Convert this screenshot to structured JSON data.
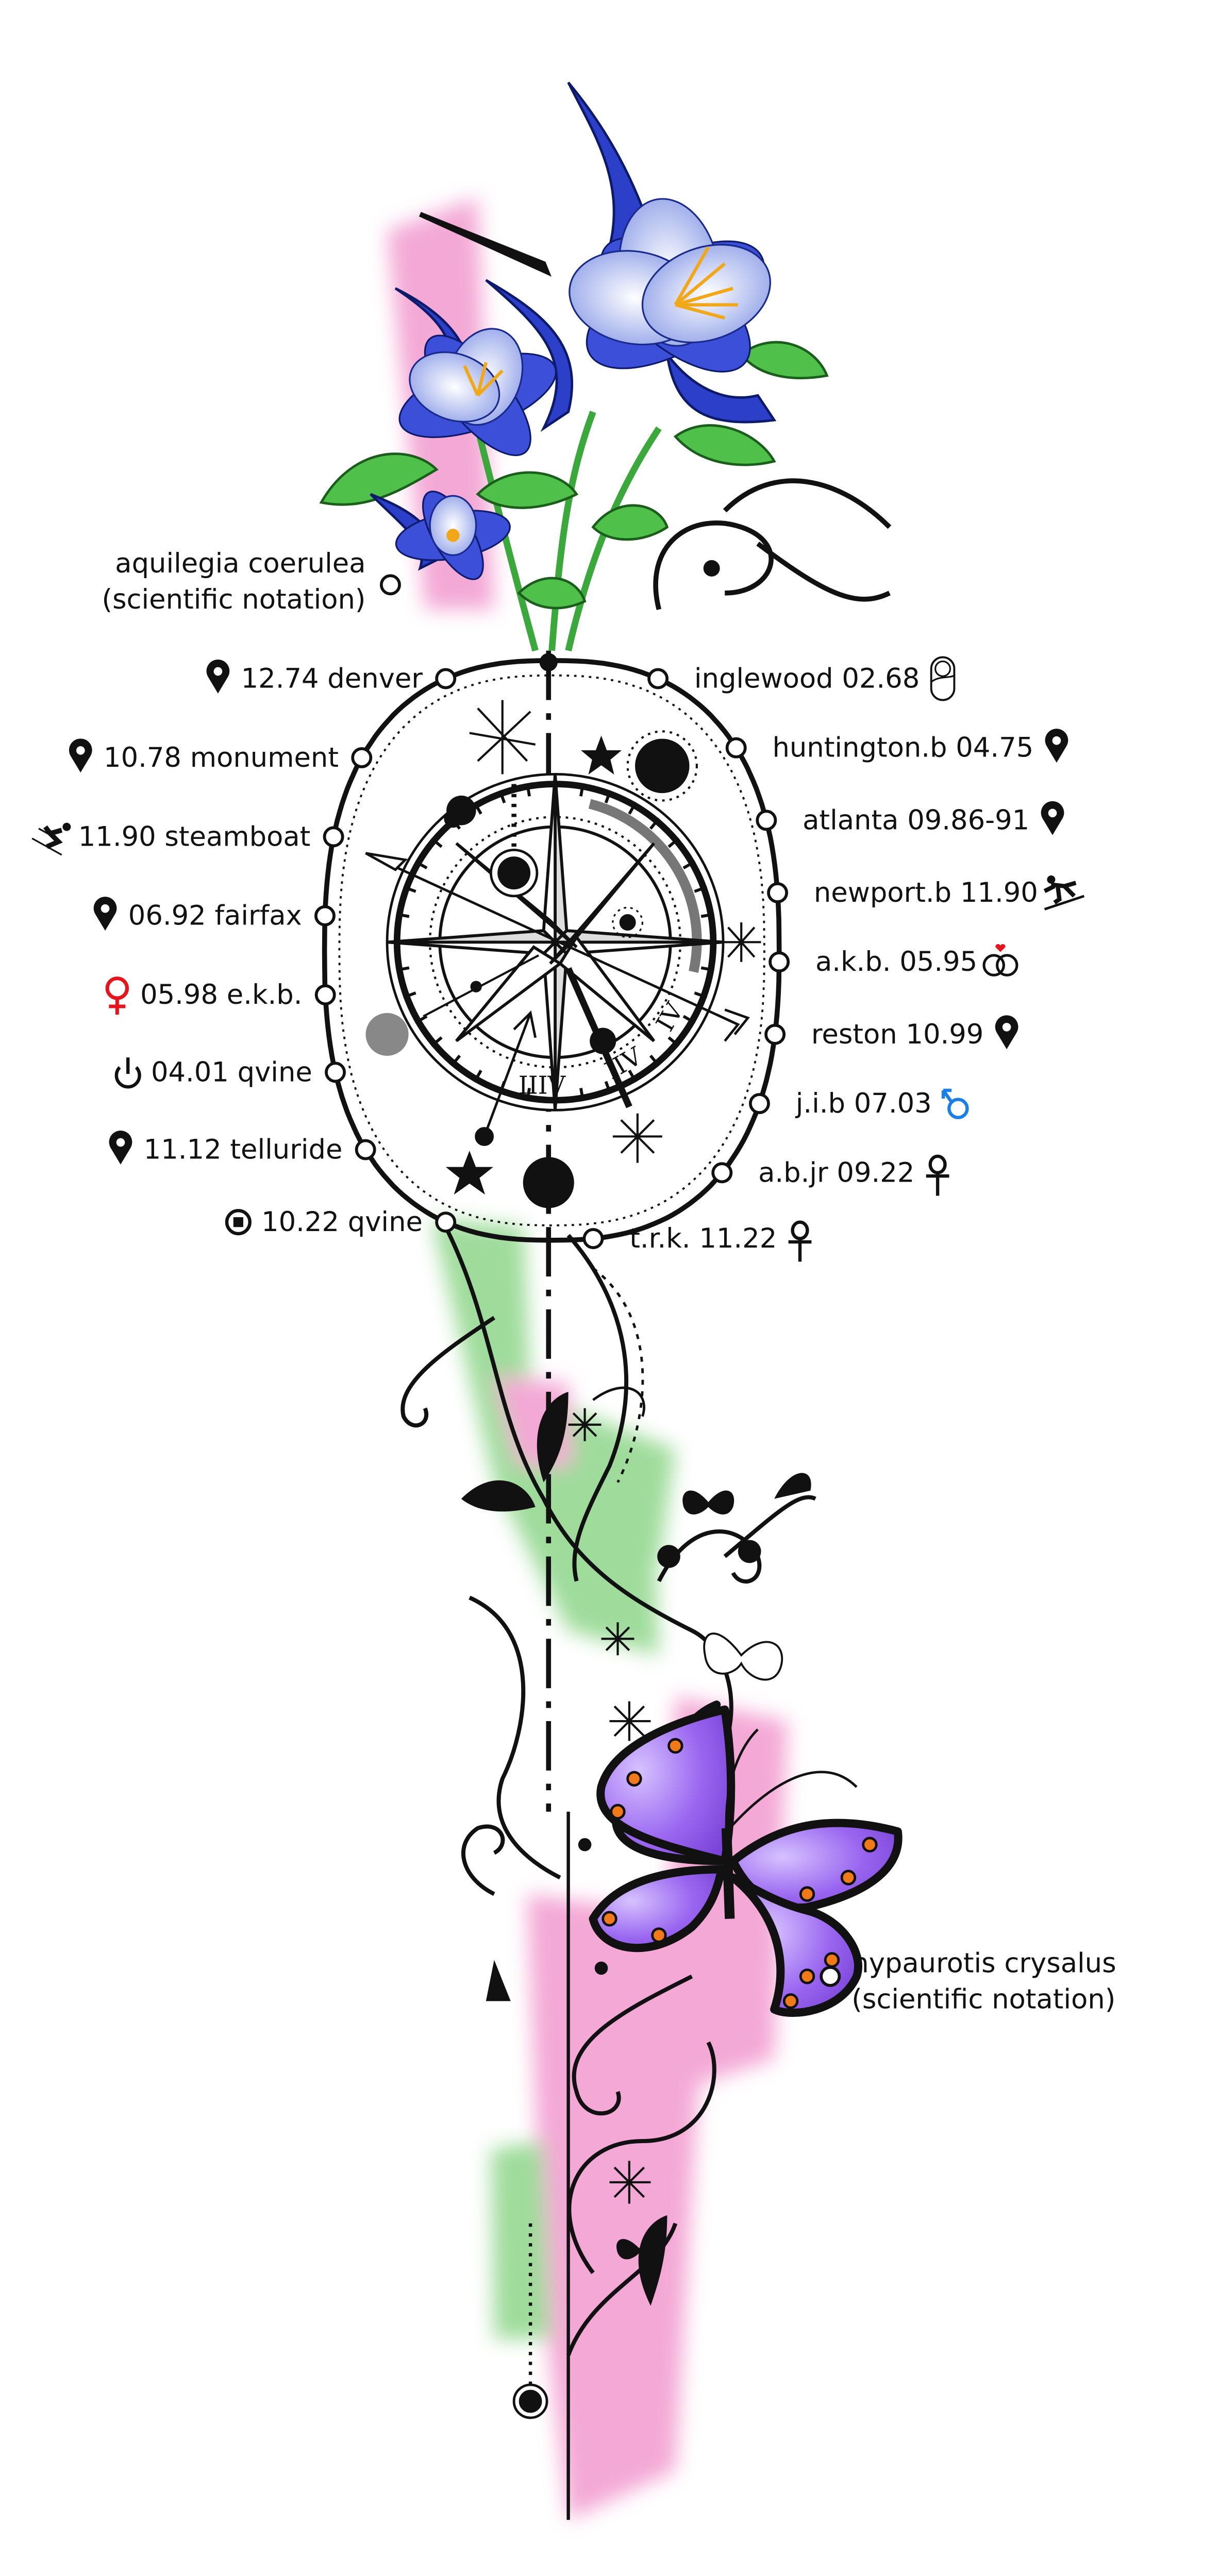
{
  "flower_label": {
    "line1": "aquilegia coerulea",
    "line2": "(scientific notation)"
  },
  "butterfly_label": {
    "line1": "hypaurotis crysalus",
    "line2": "(scientific notation)"
  },
  "left_labels": [
    {
      "text": "12.74 denver",
      "icon": "map-pin"
    },
    {
      "text": "10.78 monument",
      "icon": "map-pin"
    },
    {
      "text": "11.90 steamboat",
      "icon": "skier"
    },
    {
      "text": "06.92 fairfax",
      "icon": "map-pin"
    },
    {
      "text": "05.98 e.k.b.",
      "icon": "female-symbol",
      "icon_color": "#e8141b"
    },
    {
      "text": "04.01 qvine",
      "icon": "power"
    },
    {
      "text": "11.12 telluride",
      "icon": "map-pin"
    },
    {
      "text": "10.22 qvine",
      "icon": "record"
    }
  ],
  "right_labels": [
    {
      "text": "inglewood 02.68",
      "icon": "swaddled-baby"
    },
    {
      "text": "huntington.b 04.75",
      "icon": "map-pin"
    },
    {
      "text": "atlanta 09.86-91",
      "icon": "map-pin"
    },
    {
      "text": "newport.b 11.90",
      "icon": "snowboarder"
    },
    {
      "text": "a.k.b. 05.95",
      "icon": "wedding-rings",
      "icon_color": "#e8141b"
    },
    {
      "text": "reston 10.99",
      "icon": "map-pin"
    },
    {
      "text": "j.i.b 07.03",
      "icon": "male-symbol",
      "icon_color": "#1a7fe8"
    },
    {
      "text": "a.b.jr 09.22",
      "icon": "ankh"
    },
    {
      "text": "t.r.k. 11.22",
      "icon": "ankh"
    }
  ],
  "compass": {
    "numerals": [
      "IIIV",
      "IIV",
      "IV"
    ]
  },
  "colors": {
    "flower_blue": "#2b3fc8",
    "pink_wash": "#f08cc8",
    "green_wash": "#7fd07a",
    "butterfly_purple": "#9a66f0",
    "spot_orange": "#f07a18"
  }
}
